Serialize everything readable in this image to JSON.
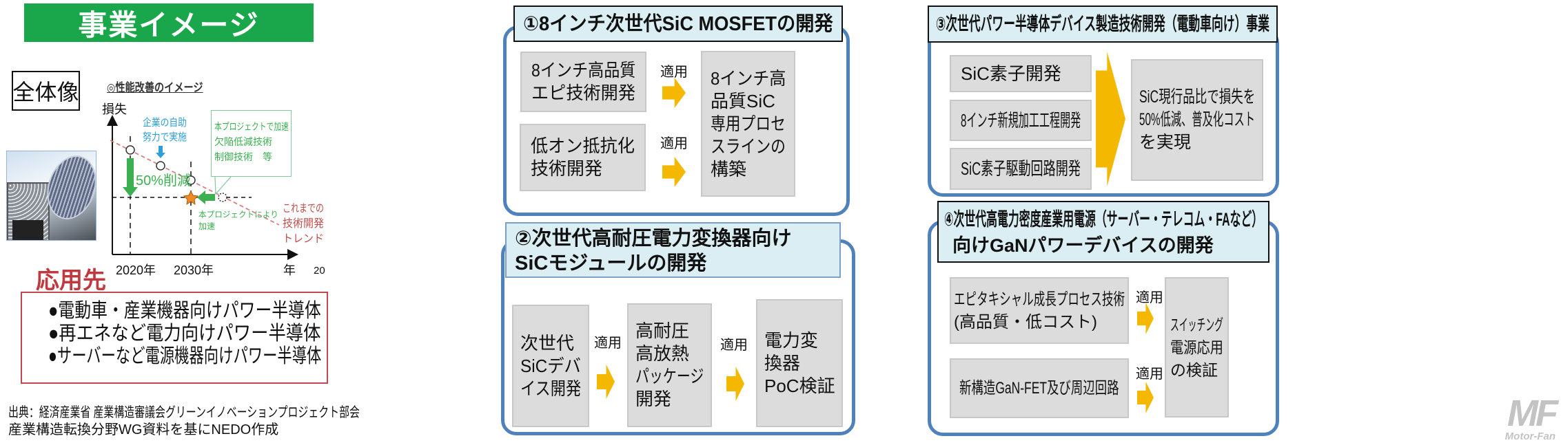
{
  "left": {
    "title": "事業イメージ",
    "overall_label": "全体像",
    "graph": {
      "title": "◎性能改善のイメージ",
      "y_axis_label": "損失",
      "x_axis_label": "年",
      "x_ticks": [
        "2020年",
        "2030年"
      ],
      "page_number": "20",
      "company_effort": [
        "企業の自助",
        "努力で実施"
      ],
      "reduction": "50%削減",
      "callout": [
        "本プロジェクトで加速",
        "欠陥低減技術",
        "制御技術　等"
      ],
      "accelerate": [
        "本プロジェクトにより",
        "加速"
      ],
      "trend": [
        "これまでの",
        "技術開発",
        "トレンド"
      ],
      "colors": {
        "trend": "#c0504d",
        "project": "#3cb050",
        "company": "#2e9fd8",
        "star": "#f08a24"
      }
    },
    "applications_title": "応用先",
    "applications": [
      "●電動車・産業機器向けパワー半導体",
      "●再エネなど電力向けパワー半導体",
      "●サーバーなど電源機器向けパワー半導体"
    ],
    "source": [
      "出典：経済産業省 産業構造審議会グリーンイノベーションプロジェクト部会",
      "産業構造転換分野WG資料を基にNEDO作成"
    ]
  },
  "apply_label": "適用",
  "panel1": {
    "header": "①8インチ次世代SiC MOSFETの開発",
    "inputs": [
      [
        "8インチ高品質",
        "エピ技術開発"
      ],
      [
        "低オン抵抗化",
        "技術開発"
      ]
    ],
    "output": [
      "8インチ高",
      "品質SiC",
      "専用プロセ",
      "スラインの",
      "構築"
    ]
  },
  "panel2": {
    "header": [
      "②次世代高耐圧電力変換器向け",
      "SiCモジュールの開発"
    ],
    "steps": [
      [
        "次世代",
        "SiCデバ",
        "イス開発"
      ],
      [
        "高耐圧",
        "高放熱",
        "パッケージ",
        "開発"
      ],
      [
        "電力変",
        "換器",
        "PoC検証"
      ]
    ]
  },
  "panel3": {
    "header": "③次世代パワー半導体デバイス製造技術開発（電動車向け）事業",
    "inputs": [
      "SiC素子開発",
      "8インチ新規加工工程開発",
      "SiC素子駆動回路開発"
    ],
    "output": [
      "SiC現行品比で損失を",
      "50%低減、普及化コスト",
      "を実現"
    ]
  },
  "panel4": {
    "header": [
      "④次世代高電力密度産業用電源（サーバー・テレコム・FAなど）",
      "向けGaNパワーデバイスの開発"
    ],
    "inputs": [
      [
        "エピタキシャル成長プロセス技術",
        "(高品質・低コスト)"
      ],
      [
        "新構造GaN-FET及び周辺回路"
      ]
    ],
    "output": [
      "スイッチング",
      "電源応用",
      "の検証"
    ]
  },
  "watermark": {
    "logo": "MF",
    "text": "Motor-Fan"
  },
  "colors": {
    "title_green": "#1aa64a",
    "panel_border": "#4f81bd",
    "header_fill": "#daeef3",
    "box_fill": "#dcdcdc",
    "arrow": "#f5b800",
    "application_red": "#c4474d"
  }
}
